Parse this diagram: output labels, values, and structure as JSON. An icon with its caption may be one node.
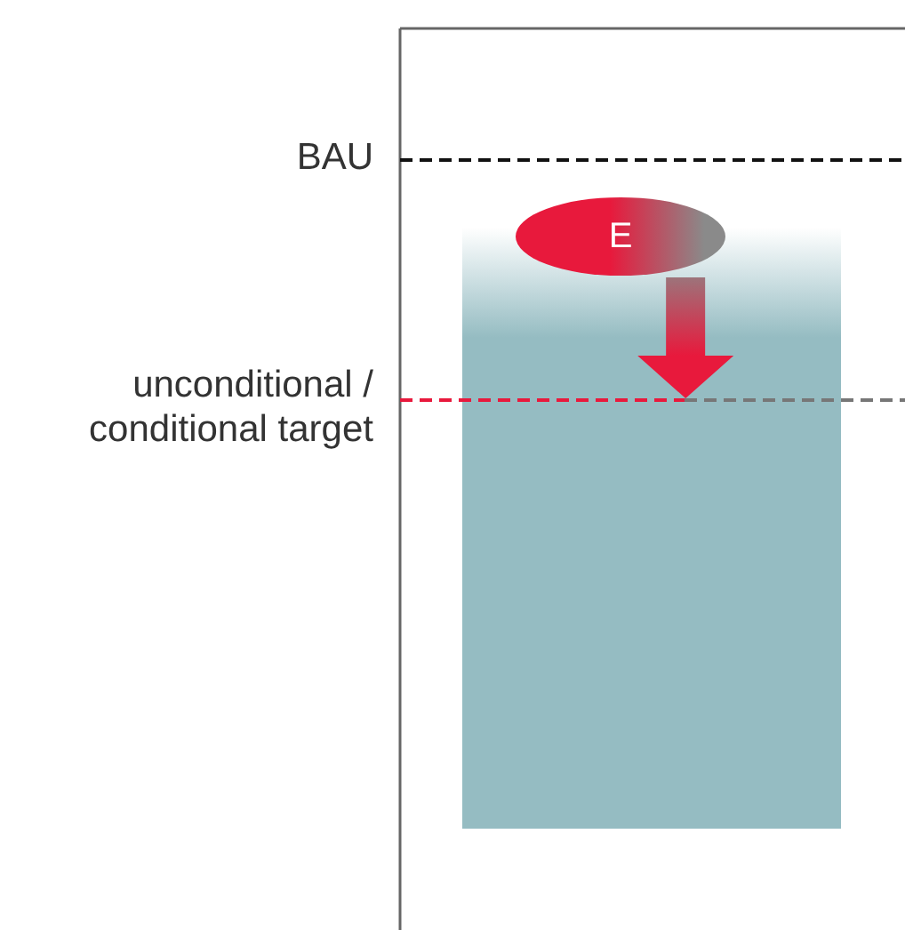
{
  "diagram": {
    "nodes": [
      {
        "text": [
          "E"
        ]
      },
      {
        "text": [],
        "shape": "line"
      }
    ],
    "edges": [
      {
        "from": 0,
        "to": 1,
        "arrow": "to",
        "style": "thick"
      }
    ],
    "labels": [
      "BAU",
      "unconditional / conditional target"
    ]
  }
}
